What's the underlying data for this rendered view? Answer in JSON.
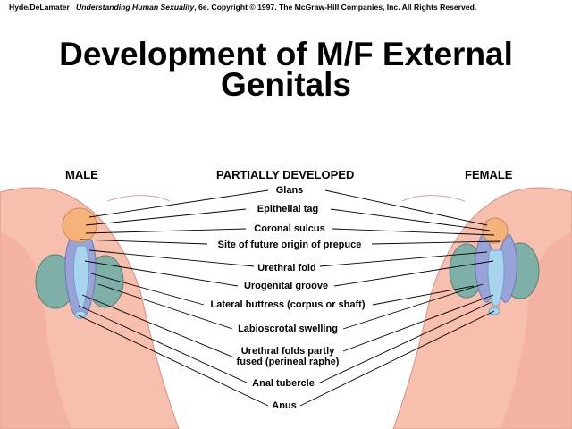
{
  "copyright": {
    "authors": "Hyde/DeLamater",
    "book": "Understanding Human Sexuality",
    "rest": ", 6e.  Copyright © 1997. The McGraw-Hill Companies, Inc. All Rights Reserved."
  },
  "title": {
    "line1": "Development of M/F External",
    "line2": "Genitals"
  },
  "headers": {
    "male": "MALE",
    "partial": "PARTIALLY DEVELOPED",
    "female": "FEMALE"
  },
  "labels": {
    "glans": "Glans",
    "epithelial_tag": "Epithelial tag",
    "coronal_sulcus": "Coronal sulcus",
    "prepuce": "Site of future origin of prepuce",
    "urethral_fold": "Urethral fold",
    "urogenital_groove": "Urogenital groove",
    "lateral_buttress": "Lateral buttress (corpus or shaft)",
    "labioscrotal": "Labioscrotal swelling",
    "urethral_folds_partly_1": "Urethral folds partly",
    "urethral_folds_partly_2": "fused (perineal raphe)",
    "anal_tubercle": "Anal tubercle",
    "anus": "Anus"
  },
  "colors": {
    "skin": "#f5b6a6",
    "glans": "#f5b27a",
    "fold": "#9aa3d8",
    "swelling": "#7fb0a8",
    "groove": "#a9d4ee"
  }
}
